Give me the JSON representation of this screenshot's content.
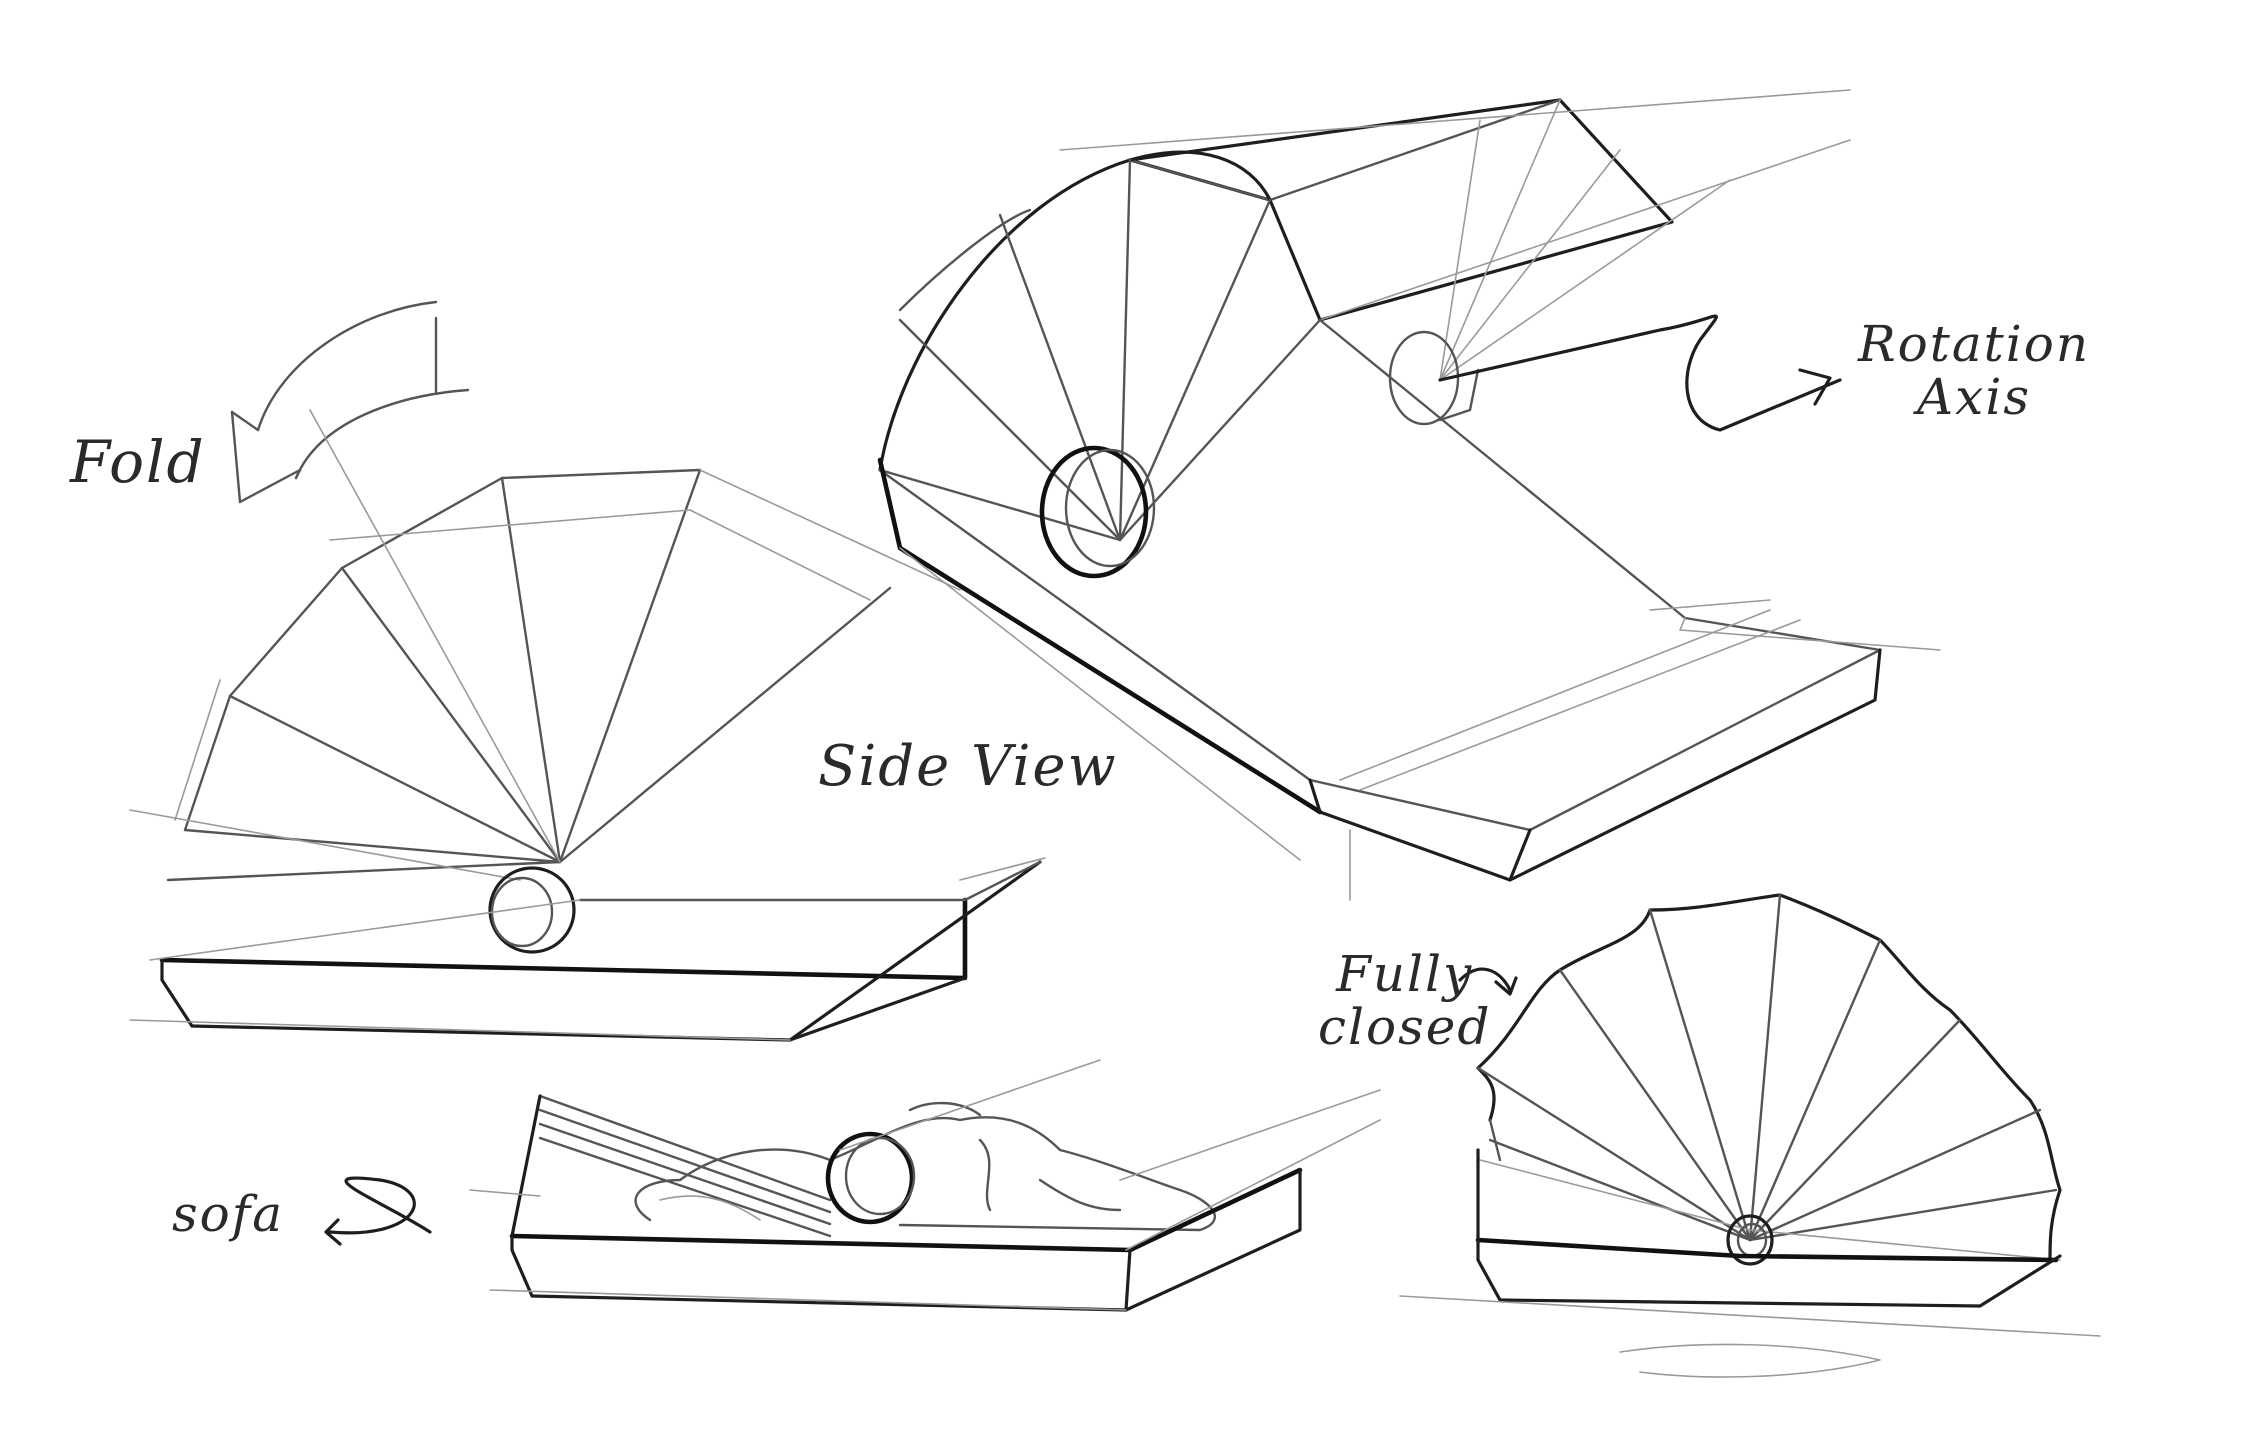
{
  "labels": {
    "fold": "Fold",
    "side_view": "Side View",
    "rotation_axis_line1": "Rotation",
    "rotation_axis_line2": "Axis",
    "fully_closed_line1": "Fully",
    "fully_closed_line2": "closed",
    "sofa": "sofa"
  },
  "colors": {
    "paper": "#ffffff",
    "pencil_dark": "#1e1e1e",
    "pencil_light": "#9a9a9a"
  }
}
